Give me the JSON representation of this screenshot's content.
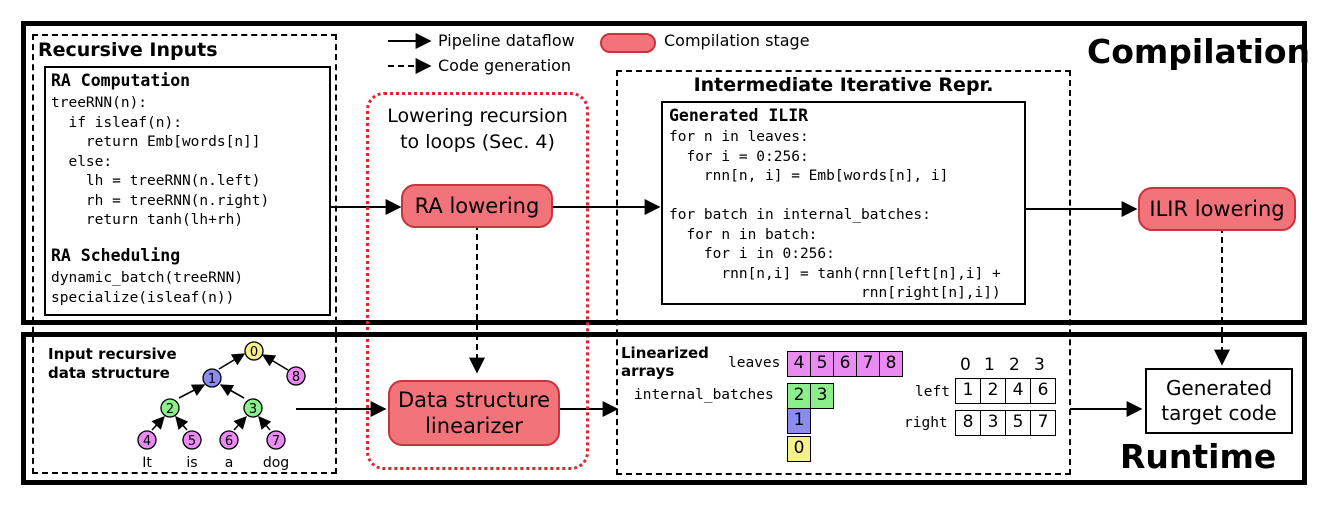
{
  "legend": {
    "dataflow": "Pipeline dataflow",
    "codegen": "Code generation",
    "stage": "Compilation stage"
  },
  "colors": {
    "stage_fill": "#f2737a",
    "dotted_outline": "#e0242f",
    "leaf_node": "#e98bf0",
    "internal_node": "#8bf08b",
    "root_child_node": "#8b8bf0",
    "root_node": "#f4f08b"
  },
  "compilation": {
    "title": "Compilation",
    "recursive_inputs": {
      "title": "Recursive Inputs",
      "computation_title": "RA Computation",
      "computation_lines": [
        "treeRNN(n):",
        "  if isleaf(n):",
        "    return Emb[words[n]]",
        "  else:",
        "    lh = treeRNN(n.left)",
        "    rh = treeRNN(n.right)",
        "    return tanh(lh+rh)"
      ],
      "scheduling_title": "RA Scheduling",
      "scheduling_lines": [
        "dynamic_batch(treeRNN)",
        "specialize(isleaf(n))"
      ]
    },
    "lowering_note_line1": "Lowering recursion",
    "lowering_note_line2": "to loops (Sec. 4)",
    "ra_lowering": "RA lowering",
    "ilir": {
      "section_title": "Intermediate Iterative Repr.",
      "code_title": "Generated ILIR",
      "code_lines": [
        "for n in leaves:",
        "  for i = 0:256:",
        "    rnn[n, i] = Emb[words[n], i]",
        "",
        "for batch in internal_batches:",
        "  for n in batch:",
        "    for i in 0:256:",
        "      rnn[n,i] = tanh(rnn[left[n],i] +",
        "                      rnn[right[n],i])"
      ]
    },
    "ilir_lowering": "ILIR lowering"
  },
  "runtime": {
    "title": "Runtime",
    "input_title_line1": "Input recursive",
    "input_title_line2": "data structure",
    "tree": {
      "root": "0",
      "n1": "1",
      "n8": "8",
      "n2": "2",
      "n3": "3",
      "n4": "4",
      "n5": "5",
      "n6": "6",
      "n7": "7",
      "words": [
        "It",
        "is",
        "a",
        "dog"
      ]
    },
    "linearizer_line1": "Data structure",
    "linearizer_line2": "linearizer",
    "arrays": {
      "title_line1": "Linearized",
      "title_line2": "arrays",
      "leaves_label": "leaves",
      "leaves": [
        "4",
        "5",
        "6",
        "7",
        "8"
      ],
      "internal_label": "internal_batches",
      "internal_batches": [
        [
          "2",
          "3"
        ],
        [
          "1"
        ],
        [
          "0"
        ]
      ],
      "index_header": [
        "0",
        "1",
        "2",
        "3"
      ],
      "left_label": "left",
      "left": [
        "1",
        "2",
        "4",
        "6"
      ],
      "right_label": "right",
      "right": [
        "8",
        "3",
        "5",
        "7"
      ]
    },
    "target_line1": "Generated",
    "target_line2": "target code"
  }
}
